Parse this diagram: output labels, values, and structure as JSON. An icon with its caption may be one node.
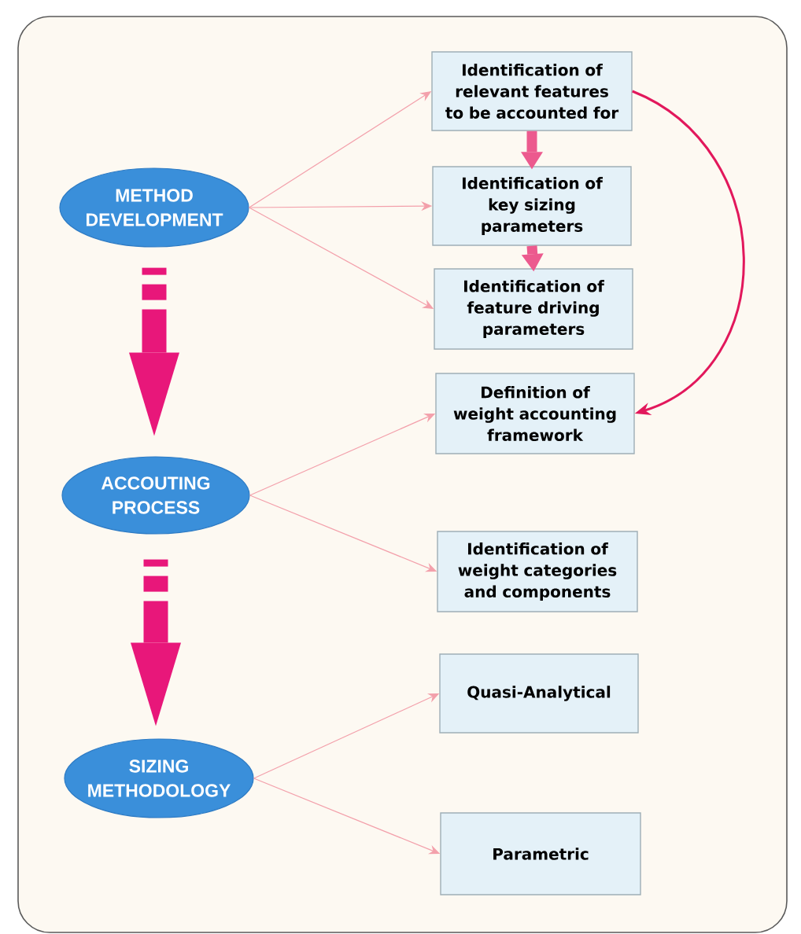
{
  "diagram": {
    "nodes": [
      {
        "text": [
          "METHOD DEVELOPMENT"
        ]
      },
      {
        "text": [
          "Identification of relevant features to be accounted for"
        ]
      },
      {
        "text": [
          "Identification of key sizing parameters"
        ]
      },
      {
        "text": [
          "Identification of feature driving parameters"
        ]
      },
      {
        "text": [
          "ACCOUTING PROCESS"
        ]
      },
      {
        "text": [
          "Definition of weight accounting framework"
        ]
      },
      {
        "text": [
          "Identification of weight categories and components"
        ]
      },
      {
        "text": [
          "SIZING METHODOLOGY"
        ]
      },
      {
        "text": [
          "Quasi-Analytical"
        ]
      },
      {
        "text": [
          "Parametric"
        ]
      }
    ],
    "edges": [
      {
        "from": 0,
        "to": 1,
        "arrow": "to"
      },
      {
        "from": 0,
        "to": 2,
        "arrow": "to"
      },
      {
        "from": 0,
        "to": 3,
        "arrow": "to"
      },
      {
        "from": 1,
        "to": 2,
        "arrow": "to",
        "style": "thick",
        "color": "#ec5a8e"
      },
      {
        "from": 2,
        "to": 3,
        "arrow": "to",
        "style": "thick",
        "color": "#ec5a8e"
      },
      {
        "from": 1,
        "to": 5,
        "arrow": "to",
        "color": "#e2185c"
      },
      {
        "from": 0,
        "to": 4,
        "arrow": "to",
        "style": "thick",
        "color": "#e8177a"
      },
      {
        "from": 4,
        "to": 5,
        "arrow": "to"
      },
      {
        "from": 4,
        "to": 6,
        "arrow": "to"
      },
      {
        "from": 4,
        "to": 7,
        "arrow": "to",
        "style": "thick",
        "color": "#e8177a"
      },
      {
        "from": 7,
        "to": 8,
        "arrow": "to"
      },
      {
        "from": 7,
        "to": 9,
        "arrow": "to"
      }
    ]
  }
}
